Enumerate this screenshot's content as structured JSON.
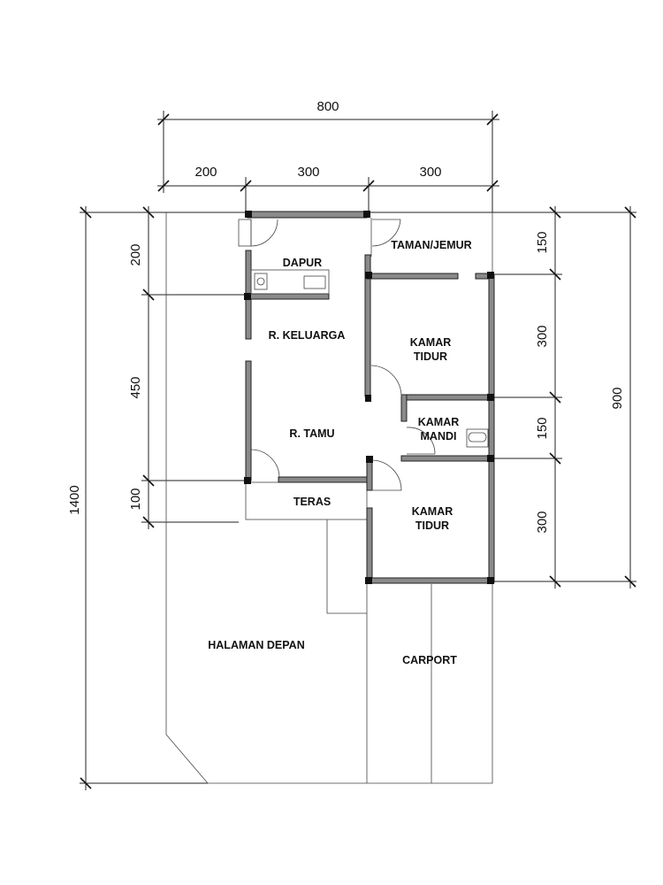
{
  "dimensions": {
    "top_total": "800",
    "top_segments": [
      "200",
      "300",
      "300"
    ],
    "left_segments": [
      "200",
      "450",
      "100"
    ],
    "left_total": "1400",
    "right_segments": [
      "150",
      "300",
      "150",
      "300"
    ],
    "right_total": "900"
  },
  "rooms": {
    "dapur": "DAPUR",
    "taman_jemur": "TAMAN/JEMUR",
    "keluarga": "R. KELUARGA",
    "tamu": "R. TAMU",
    "teras": "TERAS",
    "kamar_tidur_1": [
      "KAMAR",
      "TIDUR"
    ],
    "kamar_mandi": [
      "KAMAR",
      "MANDI"
    ],
    "kamar_tidur_2": [
      "KAMAR",
      "TIDUR"
    ],
    "halaman": "HALAMAN DEPAN",
    "carport": "CARPORT"
  }
}
